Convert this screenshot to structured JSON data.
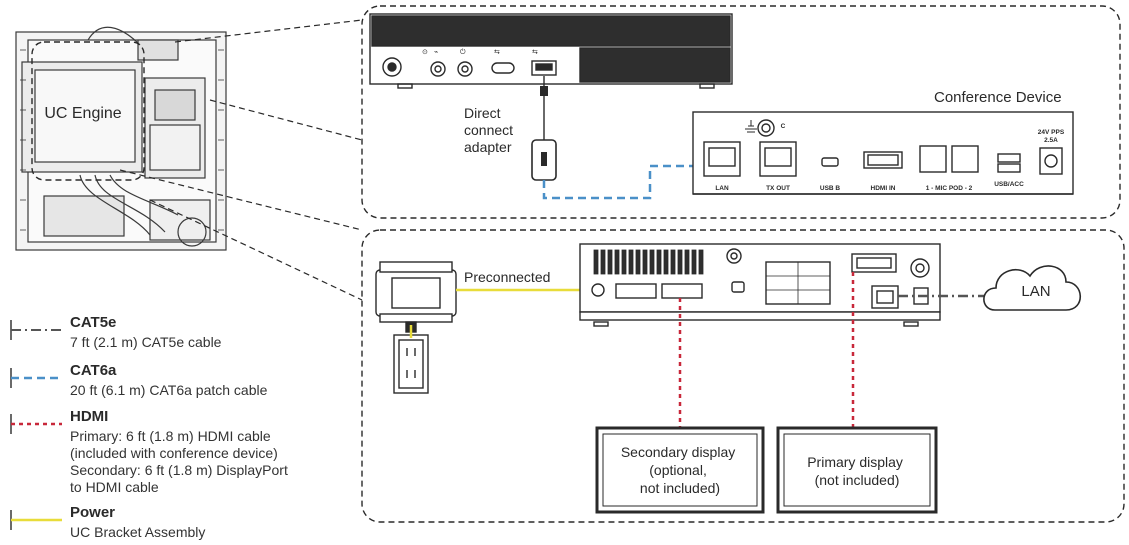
{
  "labels": {
    "uc_engine": "UC Engine",
    "direct_connect": [
      "Direct",
      "connect",
      "adapter"
    ],
    "conference_device": "Conference Device",
    "preconnected": "Preconnected",
    "lan_cloud": "LAN",
    "secondary_display": [
      "Secondary display",
      "(optional,",
      "not included)"
    ],
    "primary_display": [
      "Primary display",
      "(not included)"
    ],
    "ports": {
      "lan": "LAN",
      "tx_out": "TX OUT",
      "usb_b": "USB B",
      "hdmi_in": "HDMI IN",
      "mic_pod": "1 - MIC POD - 2",
      "usb_acc": "USB/ACC",
      "power": [
        "24V PPS",
        "2.5A"
      ],
      "ground": "C"
    }
  },
  "legend": [
    {
      "title": "CAT5e",
      "lines": [
        "7 ft (2.1 m) CAT5e cable"
      ],
      "color": "#555555",
      "style": "dashdot"
    },
    {
      "title": "CAT6a",
      "lines": [
        "20 ft (6.1 m) CAT6a patch cable"
      ],
      "color": "#4a90c8",
      "style": "dash"
    },
    {
      "title": "HDMI",
      "lines": [
        "Primary: 6 ft (1.8 m) HDMI cable",
        "(included with conference device)",
        "Secondary: 6 ft (1.8 m) DisplayPort",
        "to HDMI cable"
      ],
      "color": "#c8283a",
      "style": "dot"
    },
    {
      "title": "Power",
      "lines": [
        "UC Bracket Assembly"
      ],
      "color": "#e8dc3a",
      "style": "solid"
    }
  ],
  "colors": {
    "line": "#2a2a2a",
    "cat5e": "#555555",
    "cat6a": "#4a90c8",
    "hdmi": "#c8283a",
    "power": "#e8dc3a"
  }
}
